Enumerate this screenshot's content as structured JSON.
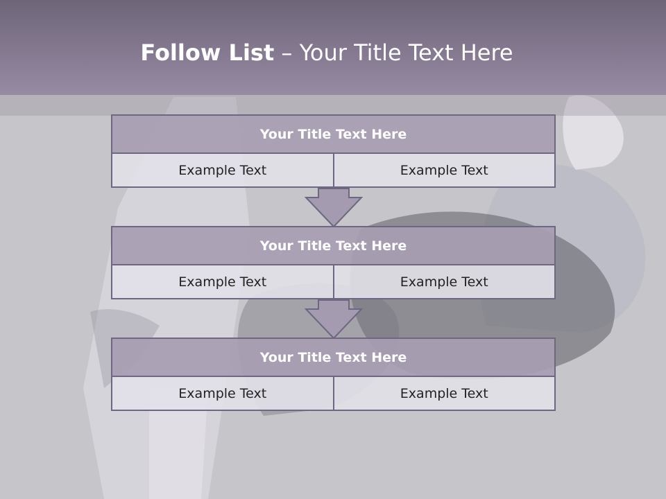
{
  "header": {
    "title_bold": "Follow List",
    "title_rest": " – Your Title Text Here"
  },
  "blocks": [
    {
      "title": "Your Title Text Here",
      "cells": [
        "Example Text",
        "Example Text"
      ]
    },
    {
      "title": "Your Title Text Here",
      "cells": [
        "Example Text",
        "Example Text"
      ]
    },
    {
      "title": "Your Title Text Here",
      "cells": [
        "Example Text",
        "Example Text"
      ]
    }
  ],
  "colors": {
    "header_top": "#6e6579",
    "header_bottom": "#978aa3",
    "block_title_bg": "#a89db2",
    "border": "#6f6682",
    "cell_bg": "#e2e0e8",
    "arrow_fill": "#a59bb1",
    "background": "#c4c4c8"
  }
}
